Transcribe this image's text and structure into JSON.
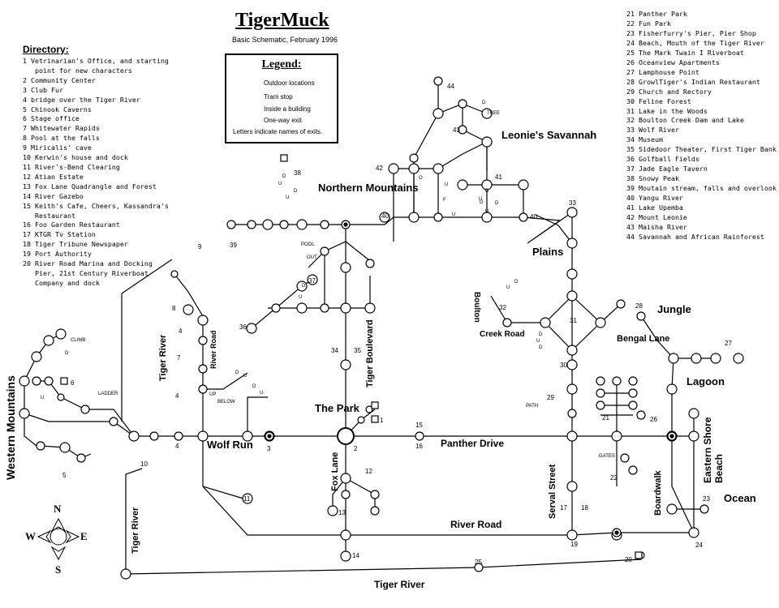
{
  "header": {
    "title": "TigerMuck",
    "subtitle": "Basic Schematic, February 1996"
  },
  "legend": {
    "title": "Legend:",
    "outdoor": "Outdoor locations",
    "tram": "Tram stop",
    "inside": "Inside a building",
    "oneway": "One-way exit",
    "note": "Letters indicate names of exits."
  },
  "directory": {
    "title": "Directory:",
    "left": [
      "1 Vetrinarian's Office, and starting",
      "   point for new characters",
      "2 Community Center",
      "3 Club Fur",
      "4 bridge over the Tiger River",
      "5 Chinook Caverns",
      "6 Stage office",
      "7 Whitewater Rapids",
      "8 Pool at the falls",
      "9 Miricalis' cave",
      "10 Kerwin's house and dock",
      "11 River's-Bend Clearing",
      "12 Atian Estate",
      "13 Fox Lane Quadrangle and Forest",
      "14 River Gazebo",
      "15 Keith's Cafe, Cheers, Kassandra's",
      "   Restaurant",
      "16 Foo Garden Restaurant",
      "17 KTGR Tv Station",
      "18 Tiger Tribune Newspaper",
      "19 Port Authority",
      "20 River Road Marina and Docking",
      "   Pier, 21st Century Riverboat",
      "   Company and dock"
    ],
    "right": [
      "21 Panther Park",
      "22 Fun Park",
      "23 Fisherfurry's Pier, Pier Shop",
      "24 Beach, Mouth of the Tiger River",
      "25 The Mark Twain I Riverboat",
      "26 Oceanview Apartments",
      "27 Lamphouse Point",
      "28 GrowlTiger's Indian Restaurant",
      "29 Church and Rectory",
      "30 Feline Forest",
      "31 Lake in the Woods",
      "32 Boulton Creek Dam and Lake",
      "33 Wolf River",
      "34 Museum",
      "35 Sidedoor Theater, First Tiger Bank",
      "36 Golfball Fields",
      "37 Jade Eagle Tavern",
      "38 Snowy Peak",
      "39 Moutain stream, falls and overlook",
      "40 Yangu River",
      "41 Lake Upemba",
      "42 Mount Leonie",
      "43 Maisha River",
      "44 Savannah and African Rainforest"
    ]
  },
  "regions": {
    "northern": "Northern Mountains",
    "leonie": "Leonie's Savannah",
    "plains": "Plains",
    "jungle": "Jungle",
    "bengal": "Bengal Lane",
    "lagoon": "Lagoon",
    "western": "Western Mountains",
    "park": "The Park",
    "ocean": "Ocean",
    "eastern": "Eastern Shore Beach"
  },
  "roads": {
    "wolf_run": "Wolf Run",
    "panther": "Panther Drive",
    "river_road": "River Road",
    "river_road_v": "River Road",
    "tiger_river_s": "Tiger River",
    "tiger_river_w": "Tiger River",
    "tiger_river_n": "Tiger River",
    "tiger_blvd": "Tiger Boulevard",
    "fox_lane": "Fox Lane",
    "serval": "Serval Street",
    "boardwalk": "Boardwalk",
    "creek": "Creek Road",
    "boulton": "Boulton"
  },
  "numbers": [
    "1",
    "2",
    "3",
    "4",
    "4",
    "4",
    "5",
    "6",
    "7",
    "8",
    "9",
    "10",
    "11",
    "12",
    "13",
    "14",
    "15",
    "16",
    "17",
    "18",
    "19",
    "20",
    "21",
    "22",
    "23",
    "24",
    "25",
    "26",
    "27",
    "28",
    "29",
    "30",
    "31",
    "32",
    "33",
    "34",
    "35",
    "36",
    "37",
    "38",
    "39",
    "40",
    "40",
    "41",
    "42",
    "43",
    "44"
  ],
  "exits": [
    "CLIMB",
    "LADDER",
    "POOL",
    "OUT",
    "UP",
    "BELOW",
    "PATH",
    "GATES",
    "TREE",
    "D",
    "U",
    "D",
    "U",
    "D",
    "U",
    "O",
    "F",
    "U",
    "D",
    "U",
    "D",
    "U",
    "D",
    "U",
    "D",
    "U",
    "D",
    "U",
    "D",
    "U",
    "D",
    "U",
    "D",
    "U",
    "D",
    "D"
  ],
  "compass": {
    "n": "N",
    "s": "S",
    "e": "E",
    "w": "W"
  },
  "colors": {
    "ink": "#000000",
    "paper": "#ffffff"
  }
}
